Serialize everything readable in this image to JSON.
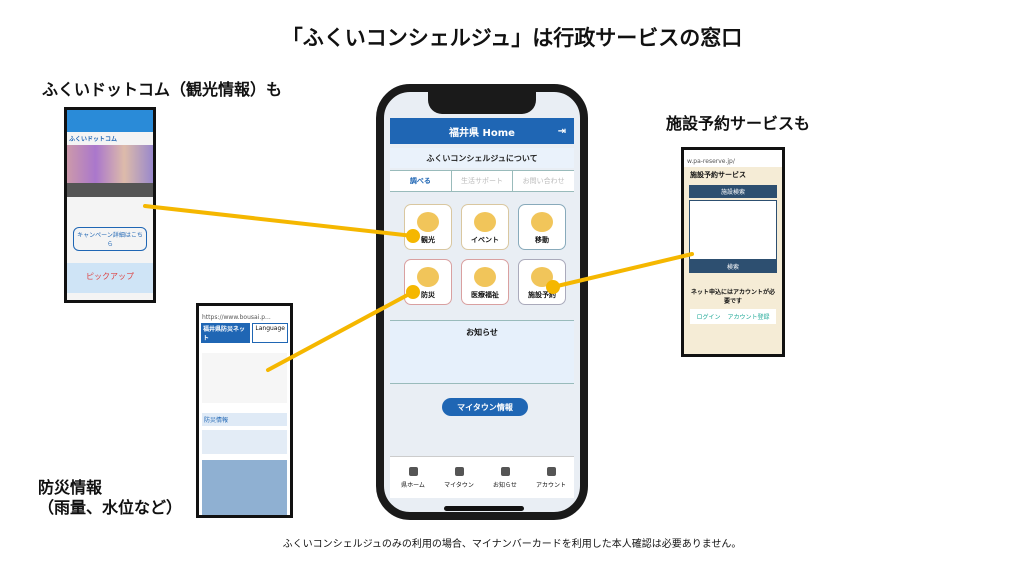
{
  "title": "「ふくいコンシェルジュ」は行政サービスの窓口",
  "labels": {
    "tourism": "ふくいドットコム（観光情報）も",
    "facility": "施設予約サービスも",
    "disaster_line1": "防災情報",
    "disaster_line2": "（雨量、水位など）"
  },
  "footnote": "ふくいコンシェルジュのみの利用の場合、マイナンバーカードを利用した本人確認は必要ありません。",
  "app": {
    "header": "福井県 Home",
    "about": "ふくいコンシェルジュについて",
    "tabs": [
      "調べる",
      "生活サポート",
      "お問い合わせ"
    ],
    "tiles": [
      "観光",
      "イベント",
      "移動",
      "防災",
      "医療福祉",
      "施設予約"
    ],
    "news": "お知らせ",
    "mytown": "マイタウン情報",
    "nav": [
      "県ホーム",
      "マイタウン",
      "お知らせ",
      "アカウント"
    ]
  },
  "shots": {
    "tourism": {
      "site": "ふくいドットコム",
      "button": "キャンペーン詳細はこちら",
      "banner": "ピックアップ"
    },
    "facility": {
      "url": "w.pa-reserve.jp/",
      "heading": "施設予約サービス",
      "search": "施設検索",
      "submit": "検索",
      "notice": "ネット申込にはアカウントが必要です",
      "login": "ログイン",
      "register": "アカウント登録"
    },
    "disaster": {
      "url": "https://www.bousai.p...",
      "site": "福井県防災ネット",
      "lang": "Language",
      "section": "防災情報"
    }
  },
  "colors": {
    "accent": "#1f66b4",
    "connector": "#f5b700"
  }
}
